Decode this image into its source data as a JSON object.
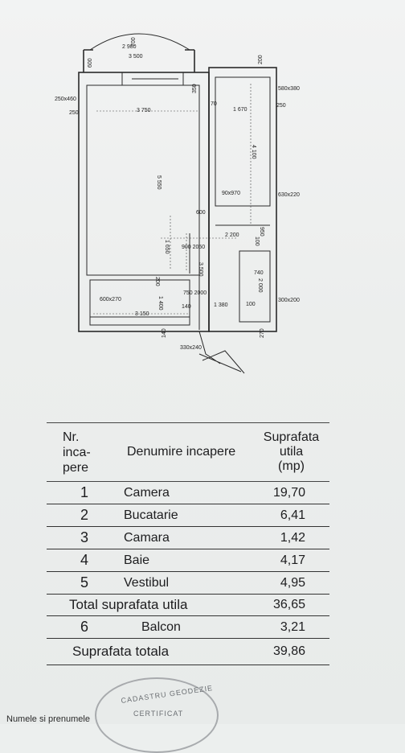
{
  "plan": {
    "dims": {
      "d2980": "2 980",
      "d3500": "3 500",
      "d700": "700",
      "d600_top": "600",
      "d200_top": "200",
      "d580x380": "580x380",
      "d250x460": "250x460",
      "d250a": "250",
      "d3750": "3 750",
      "d70": "70",
      "d1670": "1 670",
      "d250b": "250",
      "d350": "350",
      "d5550": "5 550",
      "d4100": "4 100",
      "d600_mid": "600",
      "d900x970": "90x970",
      "d630x220": "630x220",
      "d2200": "2 200",
      "d1650": "1 650",
      "d900x2050": "900\n2050",
      "d950": "950",
      "d100": "100",
      "d740": "740",
      "d3500v": "3 500",
      "d200": "200",
      "d2000": "2 000",
      "d600x270": "600x270",
      "d750x2000": "750\n2000",
      "d1400": "1 400",
      "d3150": "3 150",
      "d140a": "140",
      "d1380": "1 380",
      "d100b": "100",
      "d300x200": "300x200",
      "d140b": "140",
      "d330x240": "330x240",
      "d270": "270"
    }
  },
  "table": {
    "header": {
      "nr": [
        "Nr.",
        "inca-",
        "pere"
      ],
      "name": "Denumire incapere",
      "area": [
        "Suprafata",
        "utila",
        "(mp)"
      ]
    },
    "rows": [
      {
        "nr": "1",
        "name": "Camera",
        "area": "19,70"
      },
      {
        "nr": "2",
        "name": "Bucatarie",
        "area": "6,41"
      },
      {
        "nr": "3",
        "name": "Camara",
        "area": "1,42"
      },
      {
        "nr": "4",
        "name": "Baie",
        "area": "4,17"
      },
      {
        "nr": "5",
        "name": "Vestibul",
        "area": "4,95"
      }
    ],
    "total_util": {
      "label": "Total suprafata utila",
      "area": "36,65"
    },
    "balcon": {
      "nr": "6",
      "name": "Balcon",
      "area": "3,21"
    },
    "total": {
      "label": "Suprafata totala",
      "area": "39,86"
    }
  },
  "stamp": {
    "line1": "CADASTRU GEODEZIE",
    "line2": "CERTIFICAT"
  },
  "footer": {
    "text": "Numele si prenumele"
  }
}
